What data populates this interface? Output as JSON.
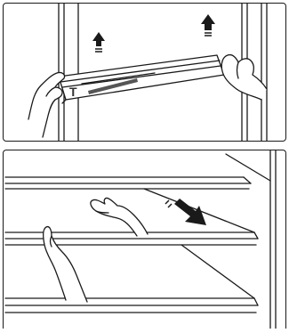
{
  "step_top": {
    "shelf_label": "T",
    "arrow_icon": "arrow-up-icon",
    "arrow_count": 2
  },
  "step_bottom": {
    "arrow_icon": "arrow-down-right-icon",
    "shelf_count": 3
  }
}
